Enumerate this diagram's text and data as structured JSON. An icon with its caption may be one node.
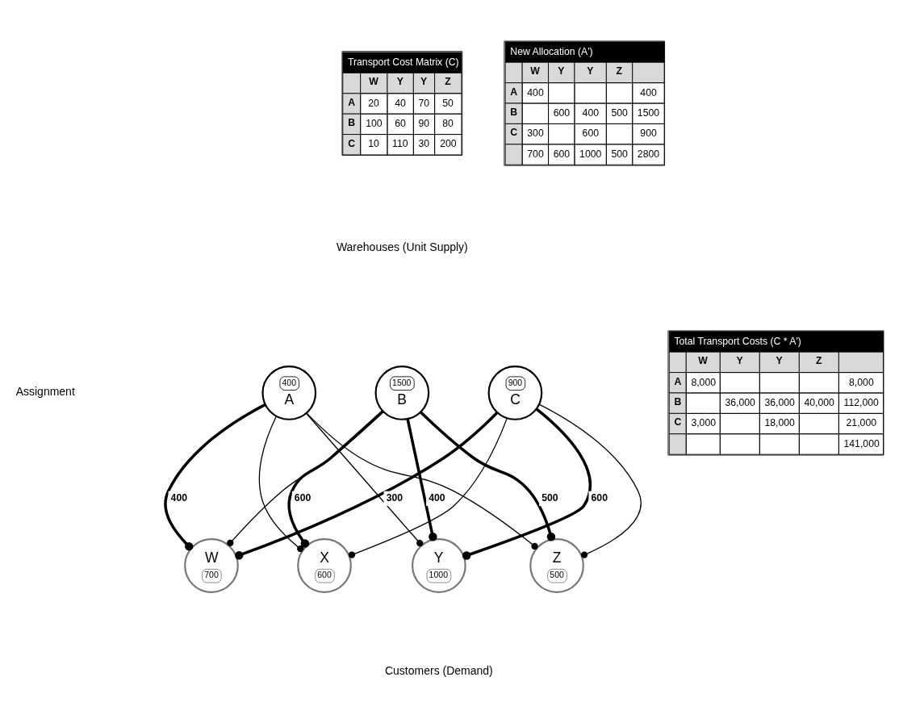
{
  "diagram": {
    "nodes": [
      {
        "text": [
          "400",
          "A"
        ]
      },
      {
        "text": [
          "1500",
          "B"
        ]
      },
      {
        "text": [
          "900",
          "C"
        ]
      },
      {
        "text": [
          "W",
          "700"
        ]
      },
      {
        "text": [
          "X",
          "600"
        ]
      },
      {
        "text": [
          "Y",
          "1000"
        ]
      },
      {
        "text": [
          "Z",
          "500"
        ]
      }
    ],
    "edges": [
      {
        "from": 0,
        "to": 3,
        "arrow": "other",
        "label": "400",
        "style": "thick"
      },
      {
        "from": 0,
        "to": 4,
        "arrow": "other"
      },
      {
        "from": 0,
        "to": 5,
        "arrow": "other"
      },
      {
        "from": 0,
        "to": 6,
        "arrow": "other"
      },
      {
        "from": 1,
        "to": 3,
        "arrow": "other"
      },
      {
        "from": 1,
        "to": 4,
        "arrow": "other",
        "label": "600",
        "style": "thick"
      },
      {
        "from": 1,
        "to": 5,
        "arrow": "other",
        "label": "400",
        "style": "thick"
      },
      {
        "from": 1,
        "to": 6,
        "arrow": "other",
        "label": "500",
        "style": "thick"
      },
      {
        "from": 2,
        "to": 3,
        "arrow": "other",
        "label": "300",
        "style": "thick"
      },
      {
        "from": 2,
        "to": 4,
        "arrow": "other"
      },
      {
        "from": 2,
        "to": 5,
        "arrow": "other",
        "label": "600",
        "style": "thick"
      },
      {
        "from": 2,
        "to": 6,
        "arrow": "other"
      }
    ],
    "labels": [
      "Transport Cost Matrix (C)",
      "W",
      "Y",
      "Y",
      "Z",
      "A",
      "20",
      "40",
      "70",
      "50",
      "B",
      "100",
      "60",
      "90",
      "80",
      "C",
      "10",
      "110",
      "30",
      "200",
      "New Allocation (A')",
      "W",
      "Y",
      "Y",
      "Z",
      "A",
      "400",
      "400",
      "B",
      "600",
      "400",
      "500",
      "1500",
      "C",
      "300",
      "600",
      "900",
      "700",
      "600",
      "1000",
      "500",
      "2800",
      "Warehouses (Unit Supply)",
      "Assignment",
      "Total Transport Costs (C * A')",
      "W",
      "Y",
      "Y",
      "Z",
      "A",
      "8,000",
      "8,000",
      "B",
      "36,000",
      "36,000",
      "40,000",
      "112,000",
      "C",
      "3,000",
      "18,000",
      "21,000",
      "141,000",
      "Customers (Demand)"
    ]
  }
}
